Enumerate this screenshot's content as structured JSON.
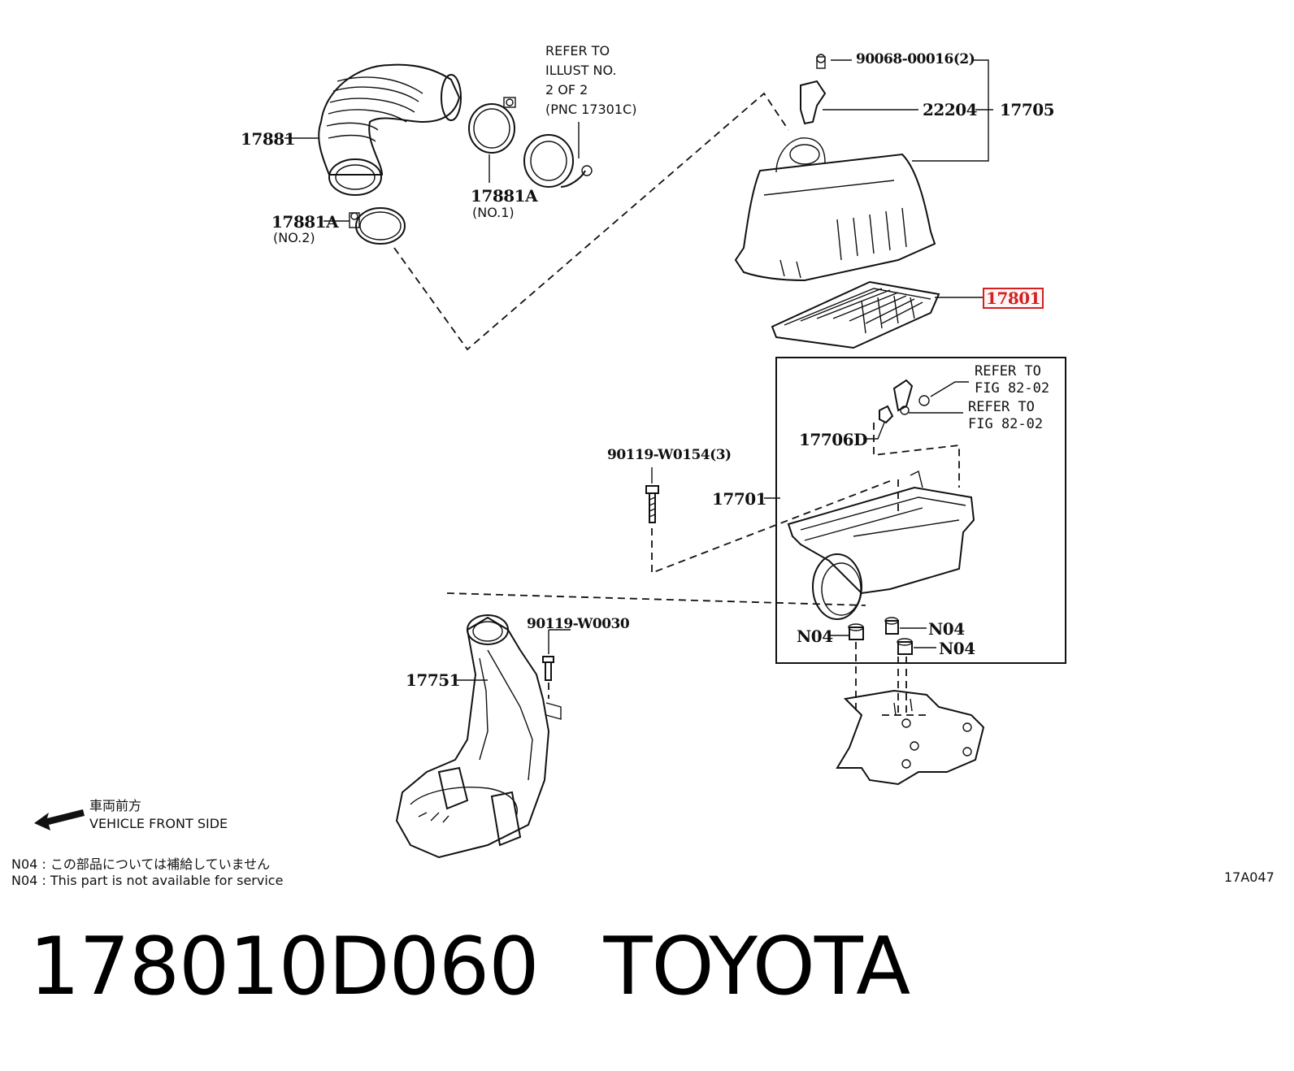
{
  "callouts": {
    "c17881": "17881",
    "c17881a_no2": "17881A",
    "c17881a_no2_sub": "(NO.2)",
    "c17881a_no1": "17881A",
    "c17881a_no1_sub": "(NO.1)",
    "refer_illust": [
      "REFER TO",
      "ILLUST NO.",
      "2 OF 2",
      "(PNC 17301C)"
    ],
    "c90068": "90068-00016(2)",
    "c22204": "22204",
    "c17705": "17705",
    "c17801": "17801",
    "refer_fig_1": [
      "REFER TO",
      "FIG 82-02"
    ],
    "refer_fig_2": [
      "REFER TO",
      "FIG 82-02"
    ],
    "c17706d": "17706D",
    "c90119_w0154": "90119-W0154(3)",
    "c17701": "17701",
    "c90119_w0030": "90119-W0030",
    "c17751": "17751",
    "n04_left": "N04",
    "n04_right1": "N04",
    "n04_right2": "N04"
  },
  "direction": {
    "jp": "車両前方",
    "en": "VEHICLE FRONT SIDE"
  },
  "notes": {
    "n04_jp": "N04 : この部品については補給していません",
    "n04_en": "N04 : This part is not available for service"
  },
  "illustration_code": "17A047",
  "footer": {
    "part_number": "178010D060",
    "brand": "TOYOTA"
  },
  "highlight_color": "#d32020"
}
